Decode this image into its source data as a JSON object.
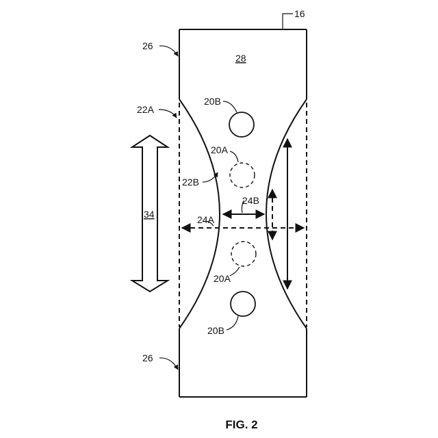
{
  "figure": {
    "caption": "FIG. 2",
    "labels": {
      "ref_16": "16",
      "ref_26_top": "26",
      "ref_26_bottom": "26",
      "ref_28": "28",
      "ref_22A": "22A",
      "ref_22B": "22B",
      "ref_20B_top": "20B",
      "ref_20B_bottom": "20B",
      "ref_20A_top": "20A",
      "ref_20A_bottom": "20A",
      "ref_24A": "24A",
      "ref_24B": "24B",
      "ref_34": "34"
    }
  }
}
